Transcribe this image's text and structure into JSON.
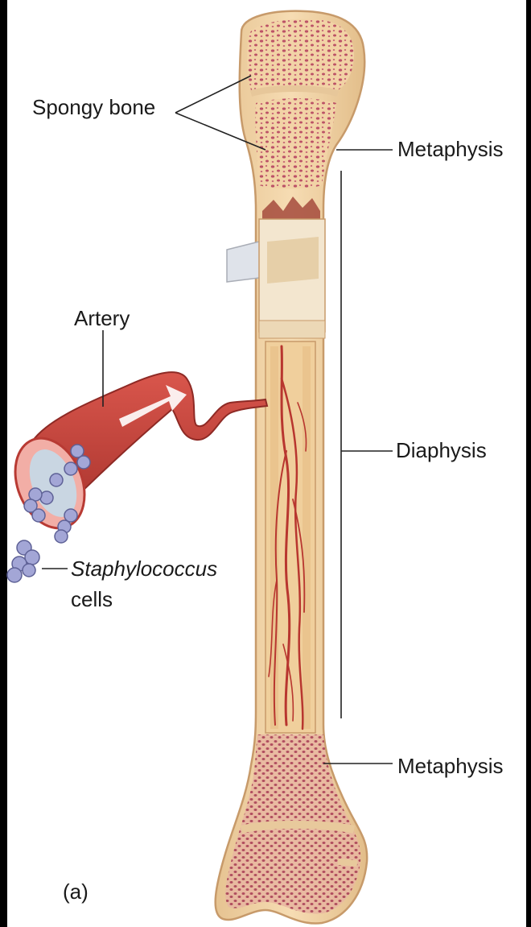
{
  "labels": {
    "spongy_bone": "Spongy bone",
    "metaphysis_top": "Metaphysis",
    "artery": "Artery",
    "diaphysis": "Diaphysis",
    "staphylococcus": "Staphylococcus",
    "cells": "cells",
    "metaphysis_bottom": "Metaphysis",
    "panel": "(a)"
  },
  "colors": {
    "bone": "#f2d3a6",
    "bone_outline": "#c79a6a",
    "spongy_dots": "#b94b63",
    "marrow": "#f0cf9c",
    "artery": "#c8463e",
    "artery_dark": "#8e2a25",
    "artery_lumen": "#f4b7b0",
    "cell": "#a3a6d6",
    "cell_outline": "#5e6196"
  },
  "icons": [
    "bandage-wrap-icon",
    "artery-tube-icon",
    "staphylococcus-cluster-icon"
  ]
}
